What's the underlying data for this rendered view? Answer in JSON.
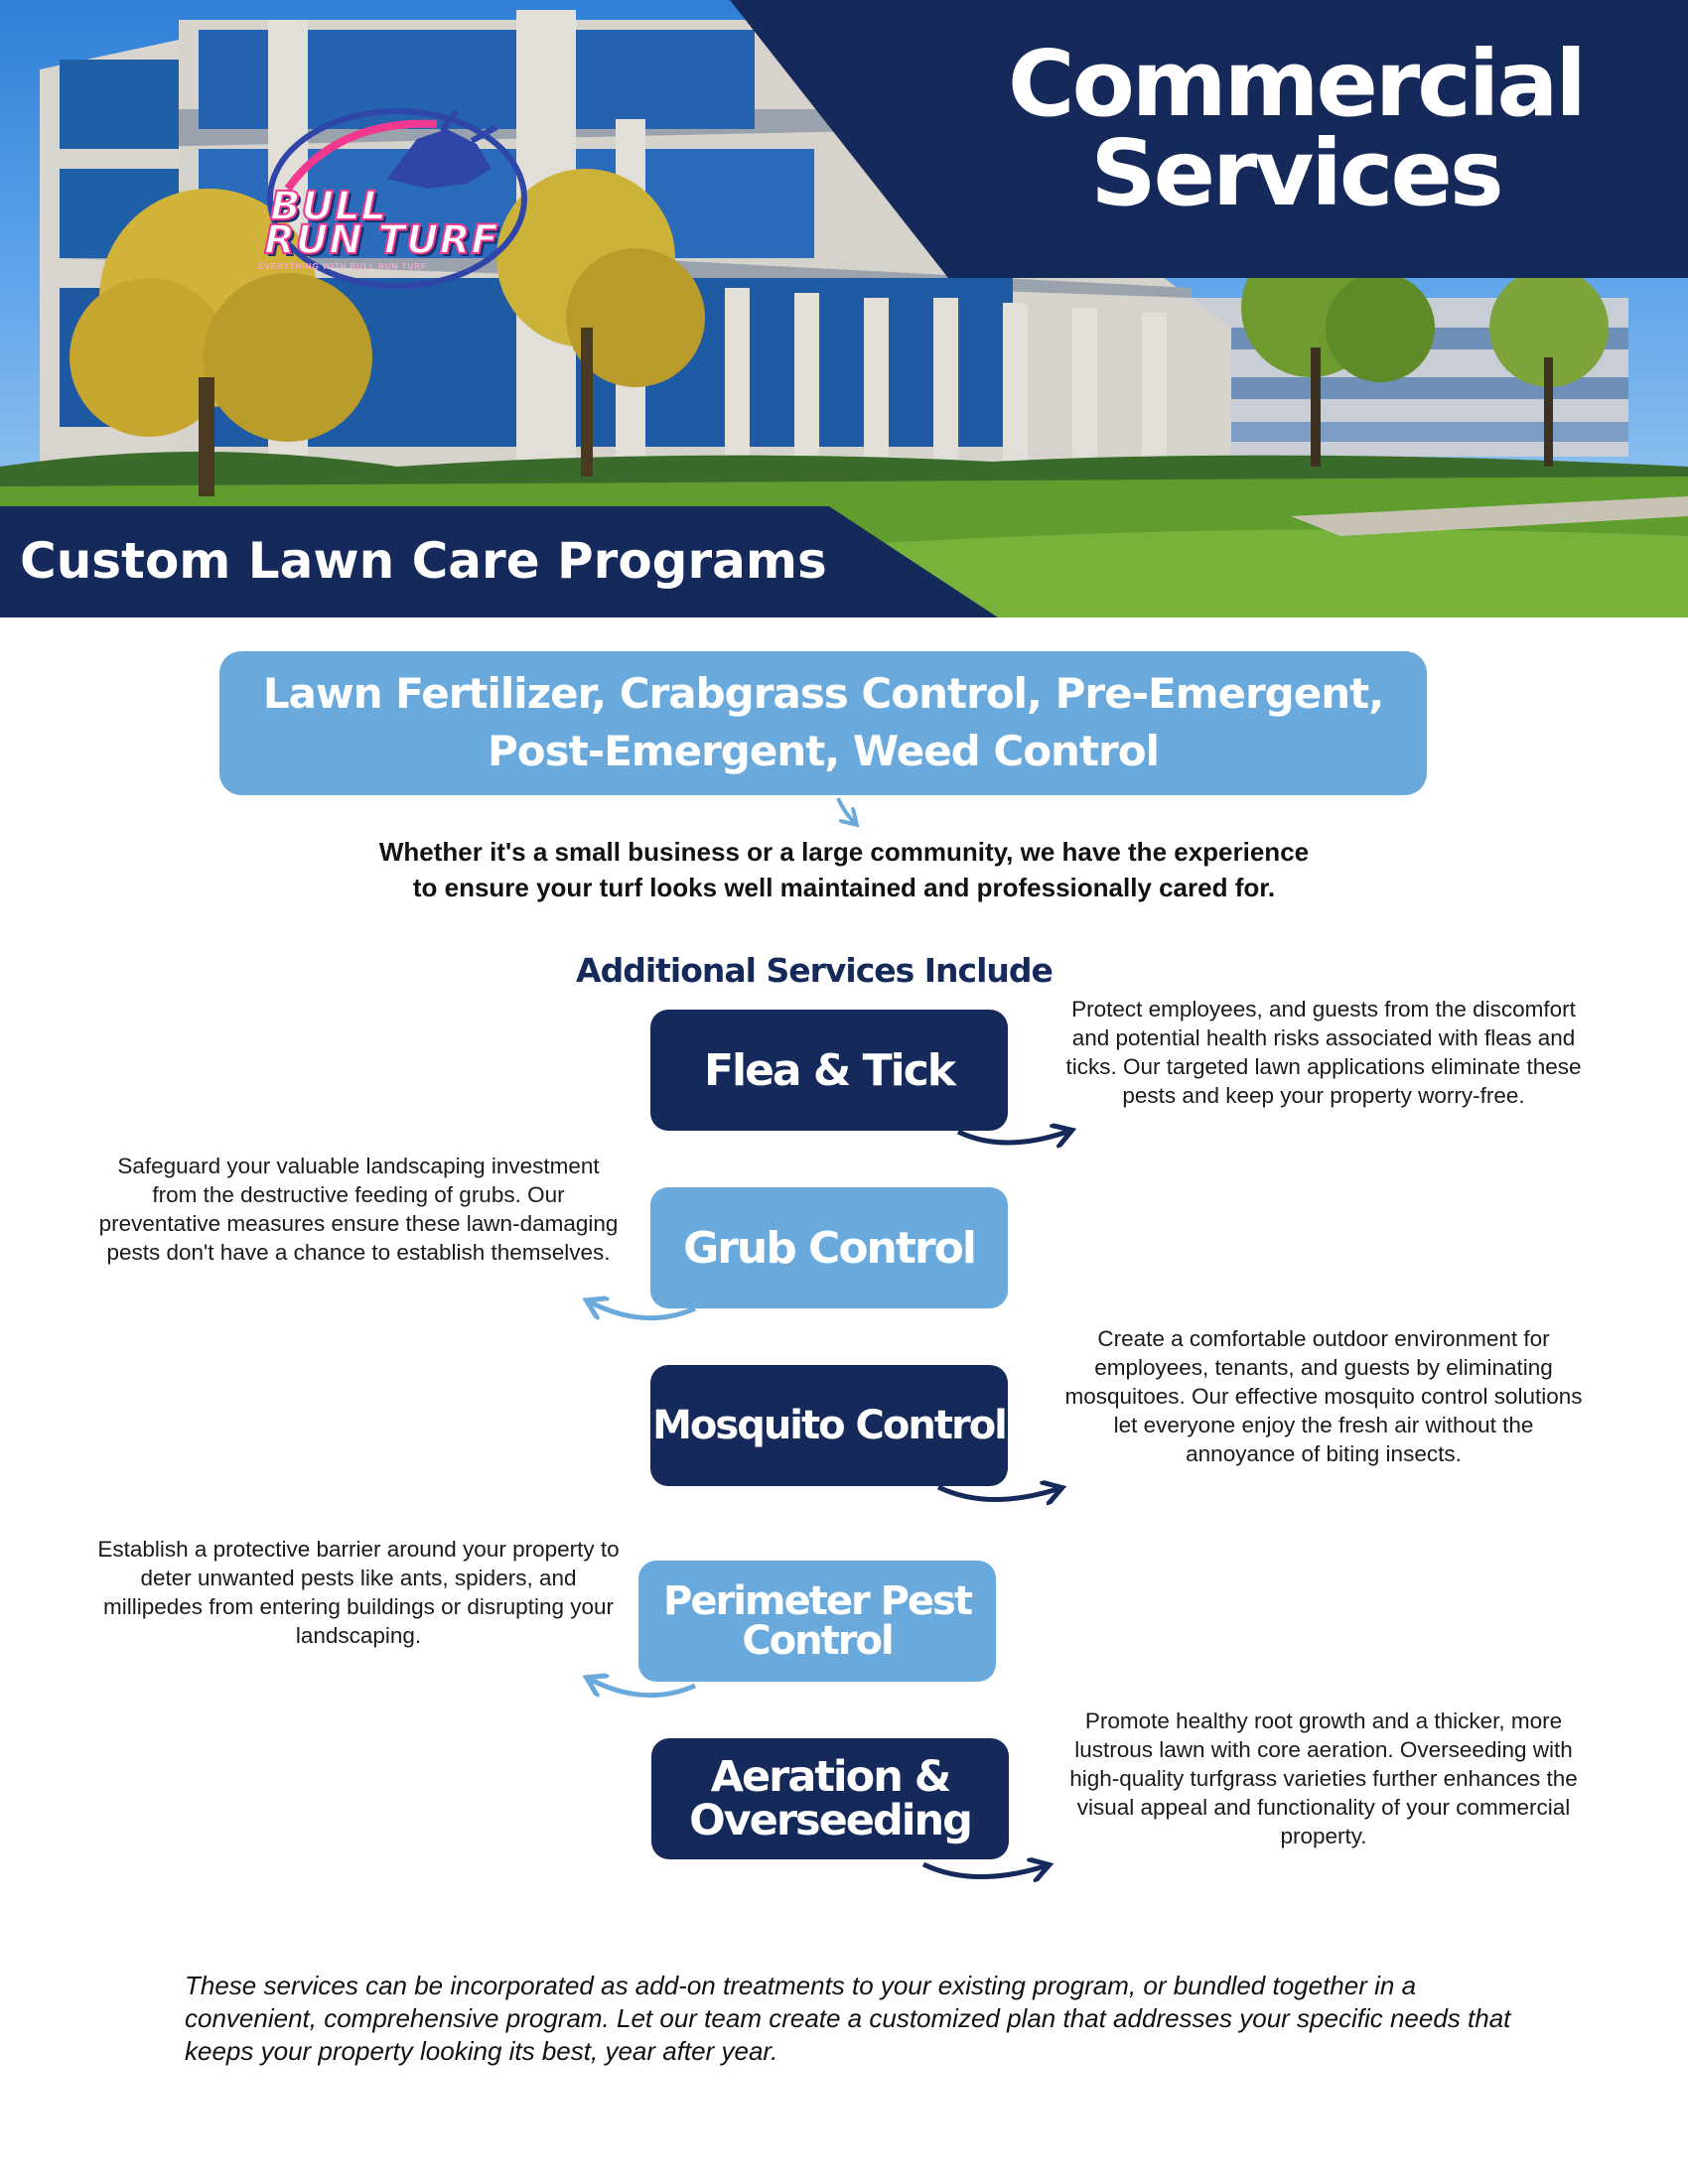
{
  "hero": {
    "title_line1": "Commercial",
    "title_line2": "Services",
    "subtitle": "Custom Lawn Care Programs"
  },
  "logo": {
    "line1": "BULL",
    "line2": "RUN TURF",
    "tagline": "EVERYTHING WITH BULL RUN TURF"
  },
  "category": {
    "line1": "Lawn Fertilizer, Crabgrass Control, Pre-Emergent,",
    "line2": "Post-Emergent, Weed Control"
  },
  "intro": {
    "line1": "Whether it's a small business or a large community, we have the experience",
    "line2": "to ensure your turf looks well maintained and professionally cared for."
  },
  "additional_heading": "Additional Services Include",
  "services": [
    {
      "title_lines": [
        "Flea & Tick"
      ],
      "style": "dark",
      "description": "Protect employees, and guests from the discomfort and potential health risks associated with fleas and ticks. Our targeted lawn applications eliminate these pests and keep your property worry-free."
    },
    {
      "title_lines": [
        "Grub Control"
      ],
      "style": "light",
      "description": "Safeguard your valuable landscaping investment from the destructive feeding of grubs. Our preventative measures ensure these lawn-damaging pests don't have a chance to establish themselves."
    },
    {
      "title_lines": [
        "Mosquito Control"
      ],
      "style": "dark",
      "description": "Create a comfortable outdoor environment for employees, tenants, and guests by eliminating mosquitoes. Our effective mosquito control solutions let everyone enjoy the fresh air without the annoyance of biting insects."
    },
    {
      "title_lines": [
        "Perimeter Pest",
        "Control"
      ],
      "style": "light",
      "description": "Establish a protective barrier around your property to deter unwanted pests like ants, spiders, and millipedes from entering buildings or disrupting your landscaping."
    },
    {
      "title_lines": [
        "Aeration &",
        "Overseeding"
      ],
      "style": "dark",
      "description": "Promote healthy root growth and a thicker, more lustrous lawn with core aeration. Overseeding with high-quality turfgrass varieties further enhances the visual appeal and functionality of your commercial property."
    }
  ],
  "closing": "These services can be incorporated as add-on treatments to your existing program, or bundled together in a convenient, comprehensive program. Let our team create a customized plan that addresses your specific needs that keeps your property looking its best, year after year.",
  "colors": {
    "navy": "#15295a",
    "light_blue": "#6aa9dc",
    "logo_pink": "#f0398f"
  }
}
